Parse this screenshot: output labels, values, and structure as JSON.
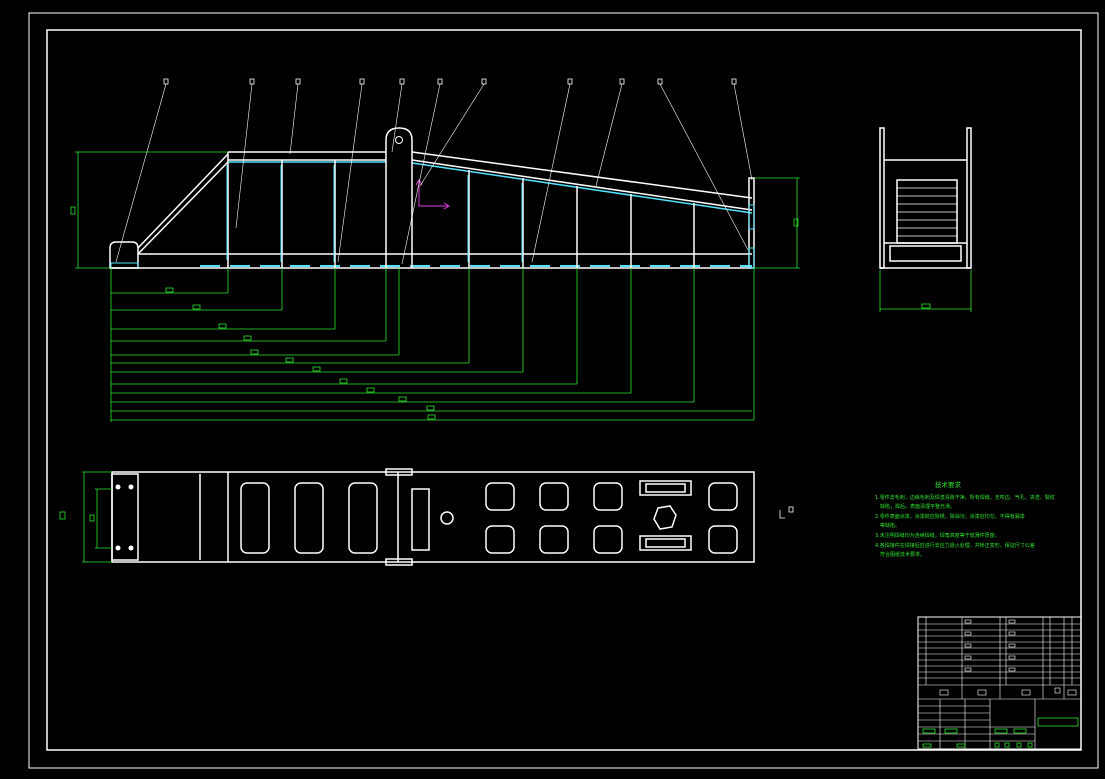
{
  "title_label": "技术要求",
  "notes": [
    "1.零件去毛刺，边缘毛刺及焊渣清除干净。所有焊缝，无咬边、气孔、夹渣、裂纹",
    "缺陷，焊后，表面清理平整光滑。",
    "2.零件表面涂漆，涂漆前应除锈，除油污，涂漆应均匀，不得有漏漆",
    "等缺陷。",
    "3.未注明焊缝均为连续焊缝，焊角高度等于较薄件厚度。",
    "4.各焊接件在焊接后应进行去应力退火处理，并矫正变形，保证尺寸公差",
    "符合图纸技术要求。"
  ],
  "colors": {
    "background": "#000000",
    "outline": "#ffffff",
    "dimension": "#2ee62e",
    "hatch": "#4fe3ff",
    "axis": "#e040e0"
  }
}
